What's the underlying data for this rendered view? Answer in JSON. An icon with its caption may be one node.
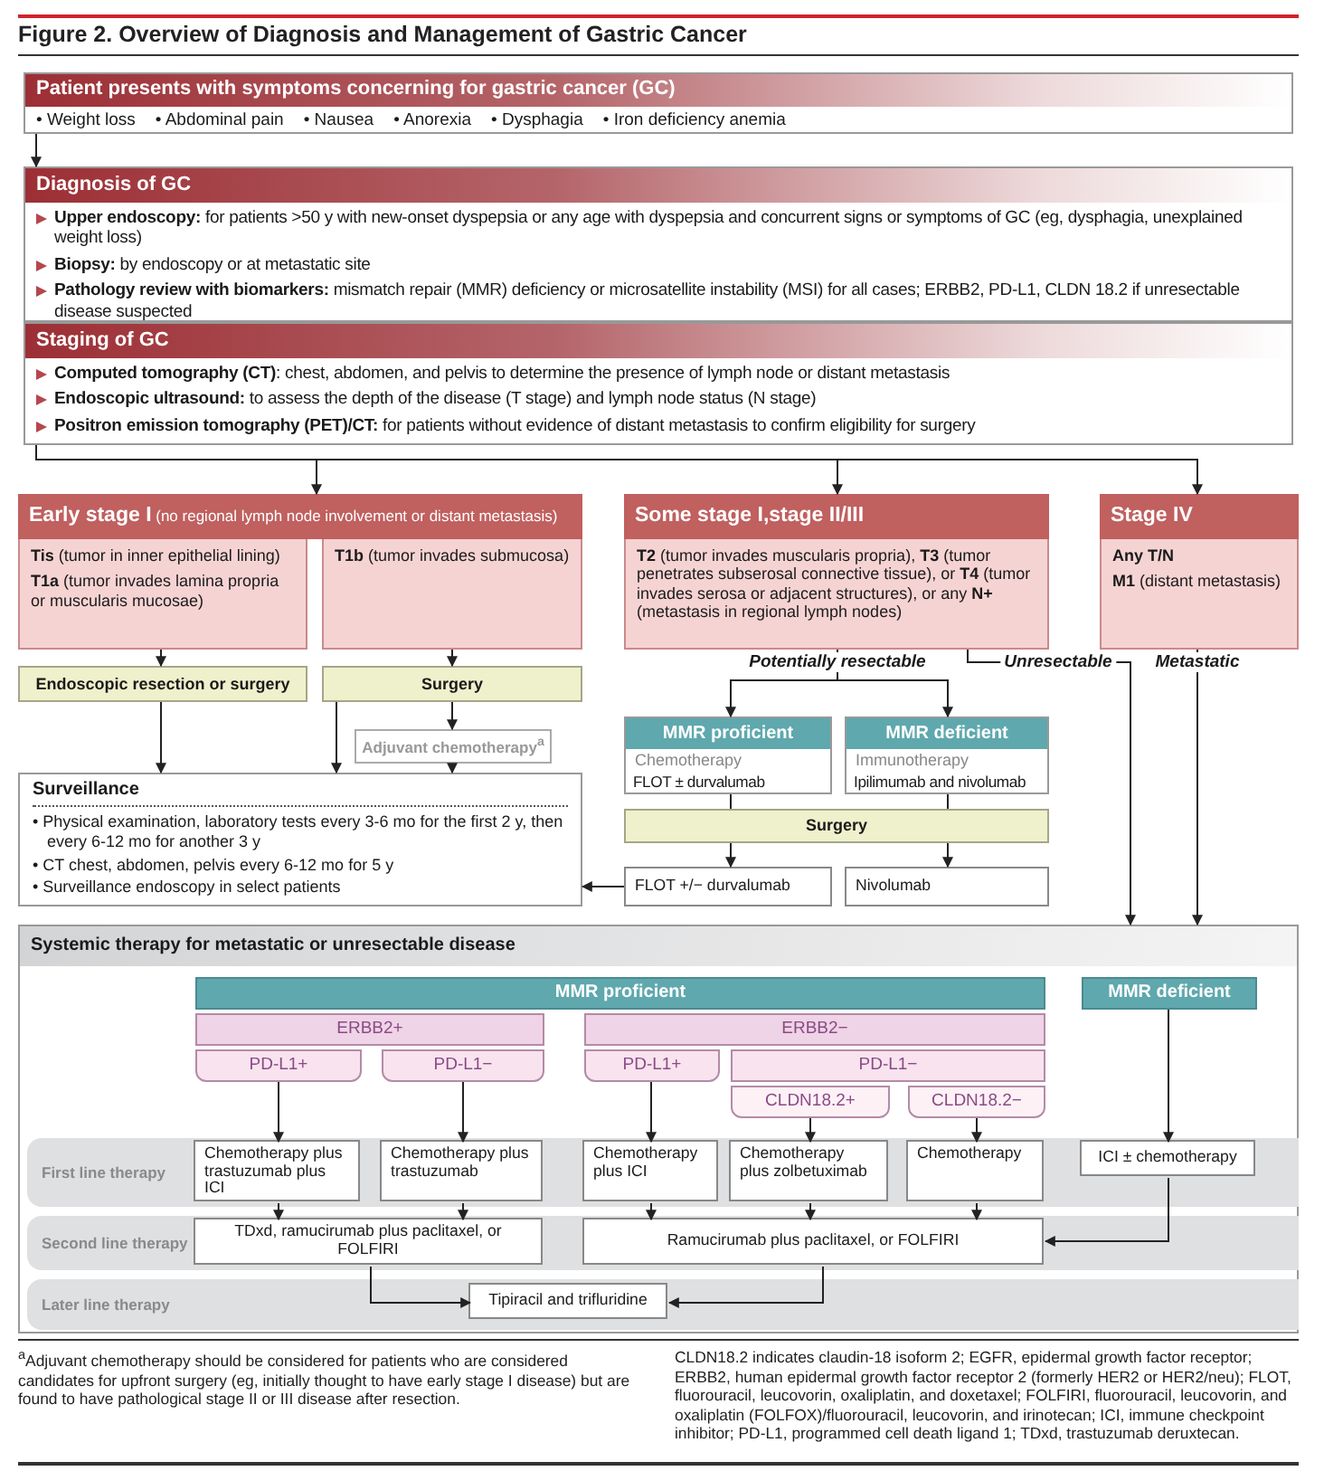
{
  "diagram": {
    "title": "Figure 2. Overview of Diagnosis and Management of Gastric Cancer",
    "nodes": [
      {
        "text": [
          "Patient presents with symptoms concerning for gastric cancer (GC)",
          "• Weight loss",
          "• Abdominal pain",
          "• Nausea",
          "• Anorexia",
          "• Dysphagia",
          "• Iron deficiency anemia"
        ]
      },
      {
        "text": [
          "Diagnosis of GC",
          "**Upper endoscopy:** for patients >50 y with new-onset dyspepsia or any age with dyspepsia and concurrent signs or symptoms of GC (eg, dysphagia, unexplained weight loss)",
          "**Biopsy:** by endoscopy or at metastatic site",
          "**Pathology review with biomarkers:** mismatch repair (MMR) deficiency or microsatellite instability (MSI) for all cases; ERBB2, PD-L1, CLDN 18.2 if unresectable disease suspected"
        ]
      },
      {
        "text": [
          "Staging of GC",
          "**Computed tomography (CT)**: chest, abdomen, and pelvis to determine the presence of lymph node or distant metastasis",
          "**Endoscopic ultrasound:** to assess the depth of the disease (T stage) and lymph node status (N stage)",
          "**Positron emission tomography (PET)/CT:** for patients without evidence of distant metastasis to confirm eligibility for surgery"
        ]
      },
      {
        "text": [
          "**Early stage I** (no regional lymph node involvement or distant metastasis)"
        ]
      },
      {
        "text": [
          "**Tis** (tumor in inner epithelial lining)",
          "**T1a** (tumor invades lamina propria or muscularis mucosae)"
        ]
      },
      {
        "text": [
          "**T1b** (tumor invades submucosa)"
        ]
      },
      {
        "text": [
          "Some stage I,stage II/III"
        ]
      },
      {
        "text": [
          "**T2** (tumor invades muscularis propria), **T3** (tumor penetrates subserosal connective tissue), or **T4** (tumor invades serosa or adjacent structures), or any **N+** (metastasis in regional lymph nodes)"
        ]
      },
      {
        "text": [
          "Stage IV"
        ]
      },
      {
        "text": [
          "Any T/N",
          "**M1** (distant metastasis)"
        ]
      },
      {
        "text": [
          "Endoscopic resection or surgery"
        ]
      },
      {
        "text": [
          "Surgery"
        ]
      },
      {
        "text": [
          "Adjuvant chemotherapy$^{a}$"
        ]
      },
      {
        "text": [
          "Surveillance",
          "• Physical examination, laboratory tests every 3-6 mo for the first 2 y, then every 6-12 mo for another 3 y",
          "• CT chest, abdomen, pelvis every 6-12 mo for 5 y",
          "• Surveillance endoscopy in select patients"
        ]
      },
      {
        "text": [
          "MMR proficient",
          "Chemotherapy",
          "FLOT ± durvalumab"
        ]
      },
      {
        "text": [
          "MMR deficient",
          "Immunotherapy",
          "Ipilimumab and nivolumab"
        ]
      },
      {
        "text": [
          "Surgery"
        ]
      },
      {
        "text": [
          "FLOT +/− durvalumab"
        ]
      },
      {
        "text": [
          "Nivolumab"
        ]
      },
      {
        "text": [
          "Systemic therapy for metastatic or unresectable disease"
        ]
      },
      {
        "text": [
          "MMR proficient"
        ],
        "in": 19
      },
      {
        "text": [
          "MMR deficient"
        ],
        "in": 19
      },
      {
        "text": [
          "ERBB2+"
        ],
        "in": 19
      },
      {
        "text": [
          "ERBB2−"
        ],
        "in": 19
      },
      {
        "text": [
          "PD-L1+"
        ],
        "in": 19
      },
      {
        "text": [
          "PD-L1−"
        ],
        "in": 19
      },
      {
        "text": [
          "PD-L1+"
        ],
        "in": 19
      },
      {
        "text": [
          "PD-L1−"
        ],
        "in": 19
      },
      {
        "text": [
          "CLDN18.2+"
        ],
        "in": 19
      },
      {
        "text": [
          "CLDN18.2−"
        ],
        "in": 19
      },
      {
        "text": [
          "First line therapy"
        ],
        "in": 19
      },
      {
        "text": [
          "Second line therapy"
        ],
        "in": 19
      },
      {
        "text": [
          "Later line therapy"
        ],
        "in": 19
      },
      {
        "text": [
          "Chemotherapy plus trastuzumab plus ICI"
        ],
        "in": 30
      },
      {
        "text": [
          "Chemotherapy plus trastuzumab"
        ],
        "in": 30
      },
      {
        "text": [
          "Chemotherapy plus ICI"
        ],
        "in": 30
      },
      {
        "text": [
          "Chemotherapy plus zolbetuximab"
        ],
        "in": 30
      },
      {
        "text": [
          "Chemotherapy"
        ],
        "in": 30
      },
      {
        "text": [
          "ICI ± chemotherapy"
        ],
        "in": 30
      },
      {
        "text": [
          "TDxd, ramucirumab plus paclitaxel, or FOLFIRI"
        ],
        "in": 31
      },
      {
        "text": [
          "Ramucirumab plus paclitaxel, or FOLFIRI"
        ],
        "in": 31
      },
      {
        "text": [
          "Tipiracil and trifluridine"
        ],
        "in": 32
      }
    ],
    "edges": [
      {
        "from": 0,
        "to": 1,
        "arrow": "to"
      },
      {
        "from": 2,
        "to": 3,
        "arrow": "to"
      },
      {
        "from": 2,
        "to": 6,
        "arrow": "to"
      },
      {
        "from": 2,
        "to": 8,
        "arrow": "to"
      },
      {
        "from": 4,
        "to": 10,
        "arrow": "to"
      },
      {
        "from": 5,
        "to": 11,
        "arrow": "to"
      },
      {
        "from": 10,
        "to": 13,
        "arrow": "to"
      },
      {
        "from": 11,
        "to": 13,
        "arrow": "to"
      },
      {
        "from": 11,
        "to": 12,
        "arrow": "to"
      },
      {
        "from": 12,
        "to": 13,
        "arrow": "to"
      },
      {
        "from": 7,
        "to": 14,
        "arrow": "to",
        "label": "Potentially resectable"
      },
      {
        "from": 7,
        "to": 15,
        "arrow": "to"
      },
      {
        "from": 7,
        "to": 19,
        "arrow": "to",
        "label": "Unresectable"
      },
      {
        "from": 9,
        "to": 19,
        "arrow": "to",
        "label": "Metastatic"
      },
      {
        "from": 14,
        "to": 16,
        "arrow": "none"
      },
      {
        "from": 15,
        "to": 16,
        "arrow": "none"
      },
      {
        "from": 16,
        "to": 17,
        "arrow": "to"
      },
      {
        "from": 16,
        "to": 18,
        "arrow": "to"
      },
      {
        "from": 17,
        "to": 13,
        "arrow": "to"
      },
      {
        "from": 24,
        "to": 33,
        "arrow": "to"
      },
      {
        "from": 25,
        "to": 34,
        "arrow": "to"
      },
      {
        "from": 26,
        "to": 35,
        "arrow": "to"
      },
      {
        "from": 28,
        "to": 36,
        "arrow": "to"
      },
      {
        "from": 29,
        "to": 37,
        "arrow": "to"
      },
      {
        "from": 21,
        "to": 38,
        "arrow": "to"
      },
      {
        "from": 33,
        "to": 39,
        "arrow": "to"
      },
      {
        "from": 34,
        "to": 39,
        "arrow": "to"
      },
      {
        "from": 35,
        "to": 40,
        "arrow": "to"
      },
      {
        "from": 36,
        "to": 40,
        "arrow": "to"
      },
      {
        "from": 37,
        "to": 40,
        "arrow": "to"
      },
      {
        "from": 38,
        "to": 40,
        "arrow": "to"
      },
      {
        "from": 39,
        "to": 41,
        "arrow": "to"
      },
      {
        "from": 40,
        "to": 41,
        "arrow": "to"
      }
    ],
    "labels": [
      "$^{a}$Adjuvant chemotherapy should be considered for patients who are considered candidates for upfront surgery (eg, initially thought to have early stage I disease) but are found to have pathological stage II or III disease after resection.",
      "CLDN18.2 indicates claudin-18 isoform 2; EGFR, epidermal growth factor receptor; ERBB2, human epidermal growth factor receptor 2 (formerly HER2 or HER2/neu); FLOT, fluorouracil, leucovorin, oxaliplatin, and doxetaxel; FOLFIRI, fluorouracil, leucovorin, and oxaliplatin (FOLFOX)/fluorouracil, leucovorin, and irinotecan; ICI, immune checkpoint inhibitor; PD-L1, programmed cell death ligand 1; TDxd, trastuzumab deruxtecan."
    ]
  }
}
